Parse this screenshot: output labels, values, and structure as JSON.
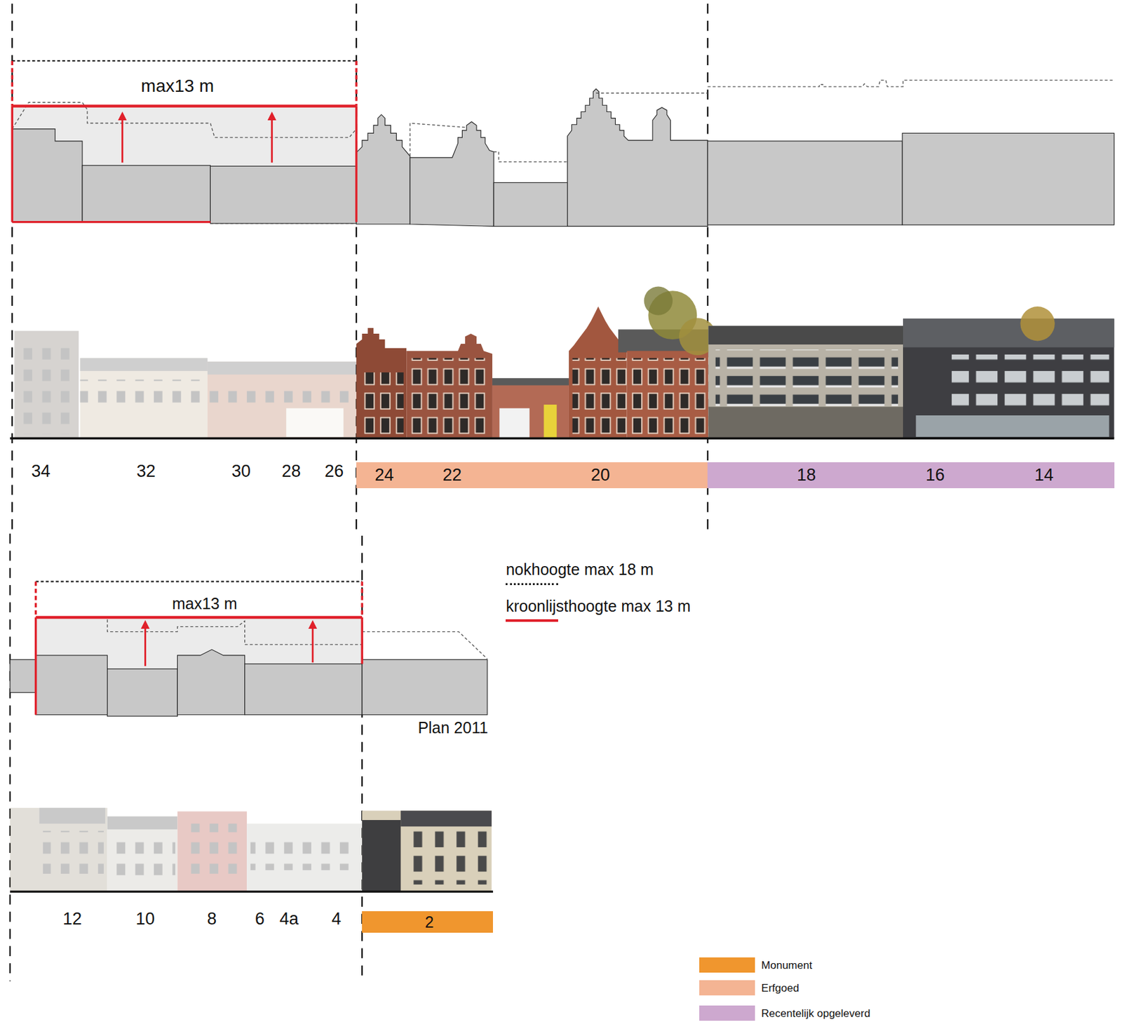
{
  "diagram": {
    "nodes": [
      {
        "text": [
          "max13 m"
        ]
      },
      {
        "text": [
          "24",
          "22",
          "20"
        ]
      },
      {
        "text": [
          "18",
          "16",
          "14"
        ]
      },
      {
        "text": [
          "max13 m"
        ]
      },
      {
        "text": [
          "2"
        ]
      }
    ],
    "labels": [
      "34",
      "32",
      "30",
      "28",
      "26",
      "12",
      "10",
      "8",
      "6",
      "4a",
      "4",
      "Plan 2011"
    ],
    "legend": [
      {
        "text": "nokhoogte max 18 m"
      },
      {
        "text": "kroonlijsthoogte max 13 m"
      },
      {
        "text": "Monument",
        "color": "#f0962e"
      },
      {
        "text": "Erfgoed",
        "color": "#f4b493"
      },
      {
        "text": "Recentelijk opgeleverd",
        "color": "#cda8cf"
      }
    ]
  }
}
